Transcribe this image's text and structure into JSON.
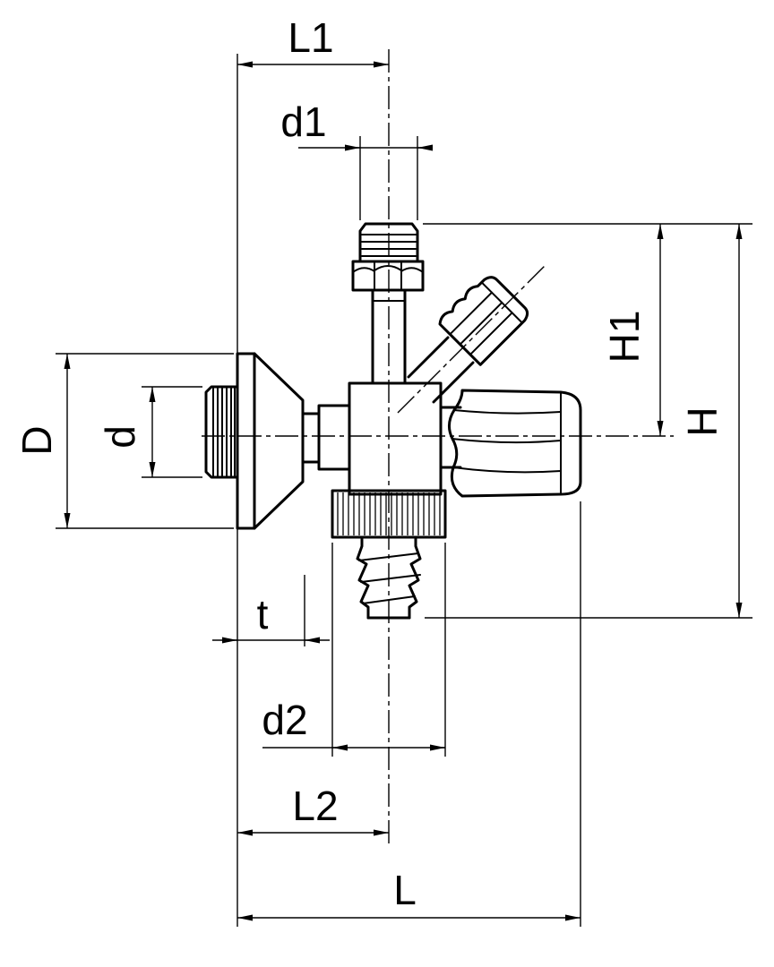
{
  "dims": {
    "L1": "L1",
    "d1": "d1",
    "D": "D",
    "d": "d",
    "H1": "H1",
    "H": "H",
    "t": "t",
    "d2": "d2",
    "L2": "L2",
    "L": "L"
  },
  "colors": {
    "line": "#000000",
    "background": "#ffffff"
  }
}
